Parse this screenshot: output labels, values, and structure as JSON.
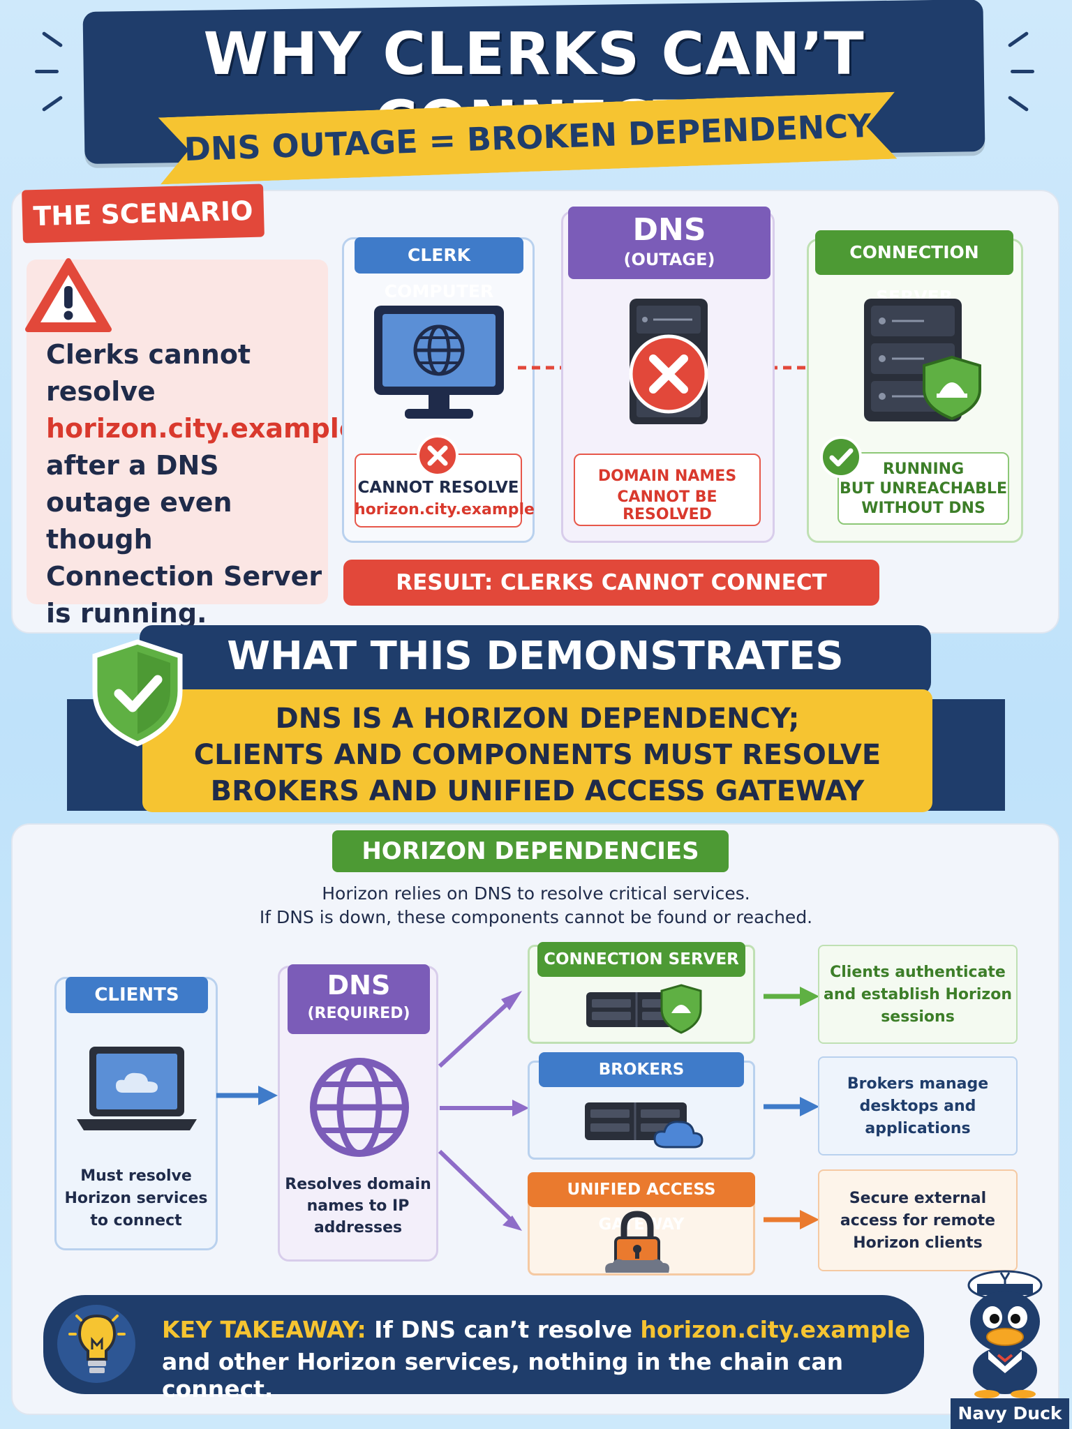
{
  "header": {
    "title": "WHY CLERKS CAN’T CONNECT",
    "subtitle": "DNS OUTAGE = BROKEN DEPENDENCY"
  },
  "scenario": {
    "tag": "THE SCENARIO",
    "text_before": "Clerks cannot resolve",
    "text_domain": "horizon.city.example",
    "text_after": "after a DNS outage even though Connection Server is running.",
    "clerk": {
      "head": "CLERK COMPUTER",
      "status_line1": "CANNOT RESOLVE",
      "status_line2": "horizon.city.example"
    },
    "dns": {
      "head": "DNS",
      "sub": "(OUTAGE)",
      "status_line1": "DOMAIN NAMES",
      "status_line2": "CANNOT BE RESOLVED"
    },
    "connection_server": {
      "head": "CONNECTION SERVER",
      "status_line1": "RUNNING",
      "status_line2": "BUT UNREACHABLE",
      "status_line3": "WITHOUT DNS"
    },
    "result": "RESULT: CLERKS CANNOT CONNECT"
  },
  "demonstrates": {
    "title": "WHAT THIS DEMONSTRATES",
    "line1": "DNS IS A HORIZON DEPENDENCY;",
    "line2": "CLIENTS AND COMPONENTS MUST RESOLVE",
    "line3": "BROKERS AND UNIFIED ACCESS GATEWAY"
  },
  "dependencies": {
    "tag": "HORIZON DEPENDENCIES",
    "desc1": "Horizon relies on DNS to resolve critical services.",
    "desc2": "If DNS is down, these components cannot be found or reached.",
    "clients": {
      "head": "CLIENTS",
      "text": "Must resolve Horizon services to connect"
    },
    "dns": {
      "head": "DNS",
      "sub": "(REQUIRED)",
      "text": "Resolves domain names to IP addresses"
    },
    "services": [
      {
        "head": "CONNECTION SERVER",
        "outcome": "Clients authenticate and establish Horizon sessions",
        "color": "#4d9a34"
      },
      {
        "head": "BROKERS",
        "outcome": "Brokers manage desktops and applications",
        "color": "#3f7bc9"
      },
      {
        "head": "UNIFIED ACCESS GATEWAY",
        "outcome": "Secure external access for remote Horizon clients",
        "color": "#ea7a2e"
      }
    ]
  },
  "takeaway": {
    "label": "KEY TAKEAWAY:",
    "text1": " If DNS can’t resolve ",
    "domain": "horizon.city.example",
    "text2": "and other Horizon services, nothing in the chain can connect."
  },
  "mascot": {
    "label": "Navy Duck"
  },
  "colors": {
    "navy": "#1f3d6b",
    "yellow": "#f6c431",
    "red": "#e2483a",
    "green": "#4d9a34",
    "blue": "#3f7bc9",
    "purple": "#7b5cb8",
    "orange": "#ea7a2e"
  }
}
